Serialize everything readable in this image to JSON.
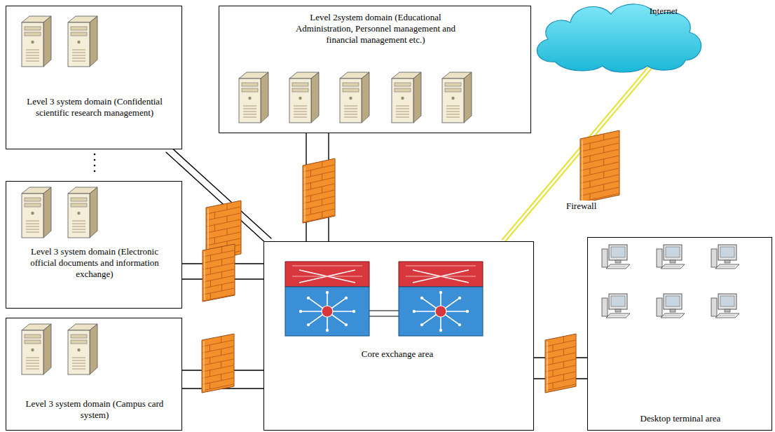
{
  "diagram": {
    "nodes": [
      {
        "text": [
          "Level 3 system domain (Confidential scientific research management)"
        ]
      },
      {
        "text": [
          "Level 2system domain (Educational Administration, Personnel management and financial management etc.)"
        ]
      },
      {
        "text": [
          "Level 3 system domain (Electronic official documents and information exchange)"
        ]
      },
      {
        "text": [
          "Level 3 system domain (Campus card system)"
        ]
      },
      {
        "text": [
          "Core exchange area"
        ]
      },
      {
        "text": [
          "Desktop terminal area"
        ]
      },
      {
        "text": [
          "Internet"
        ]
      }
    ],
    "edges": [
      {
        "from": 0,
        "to": 4,
        "arrow": "none"
      },
      {
        "from": 1,
        "to": 4,
        "arrow": "none"
      },
      {
        "from": 2,
        "to": 4,
        "arrow": "none"
      },
      {
        "from": 3,
        "to": 4,
        "arrow": "none"
      },
      {
        "from": 4,
        "to": 5,
        "arrow": "none"
      },
      {
        "from": 4,
        "to": 6,
        "arrow": "none"
      }
    ],
    "labels": [
      "Firewall"
    ]
  }
}
